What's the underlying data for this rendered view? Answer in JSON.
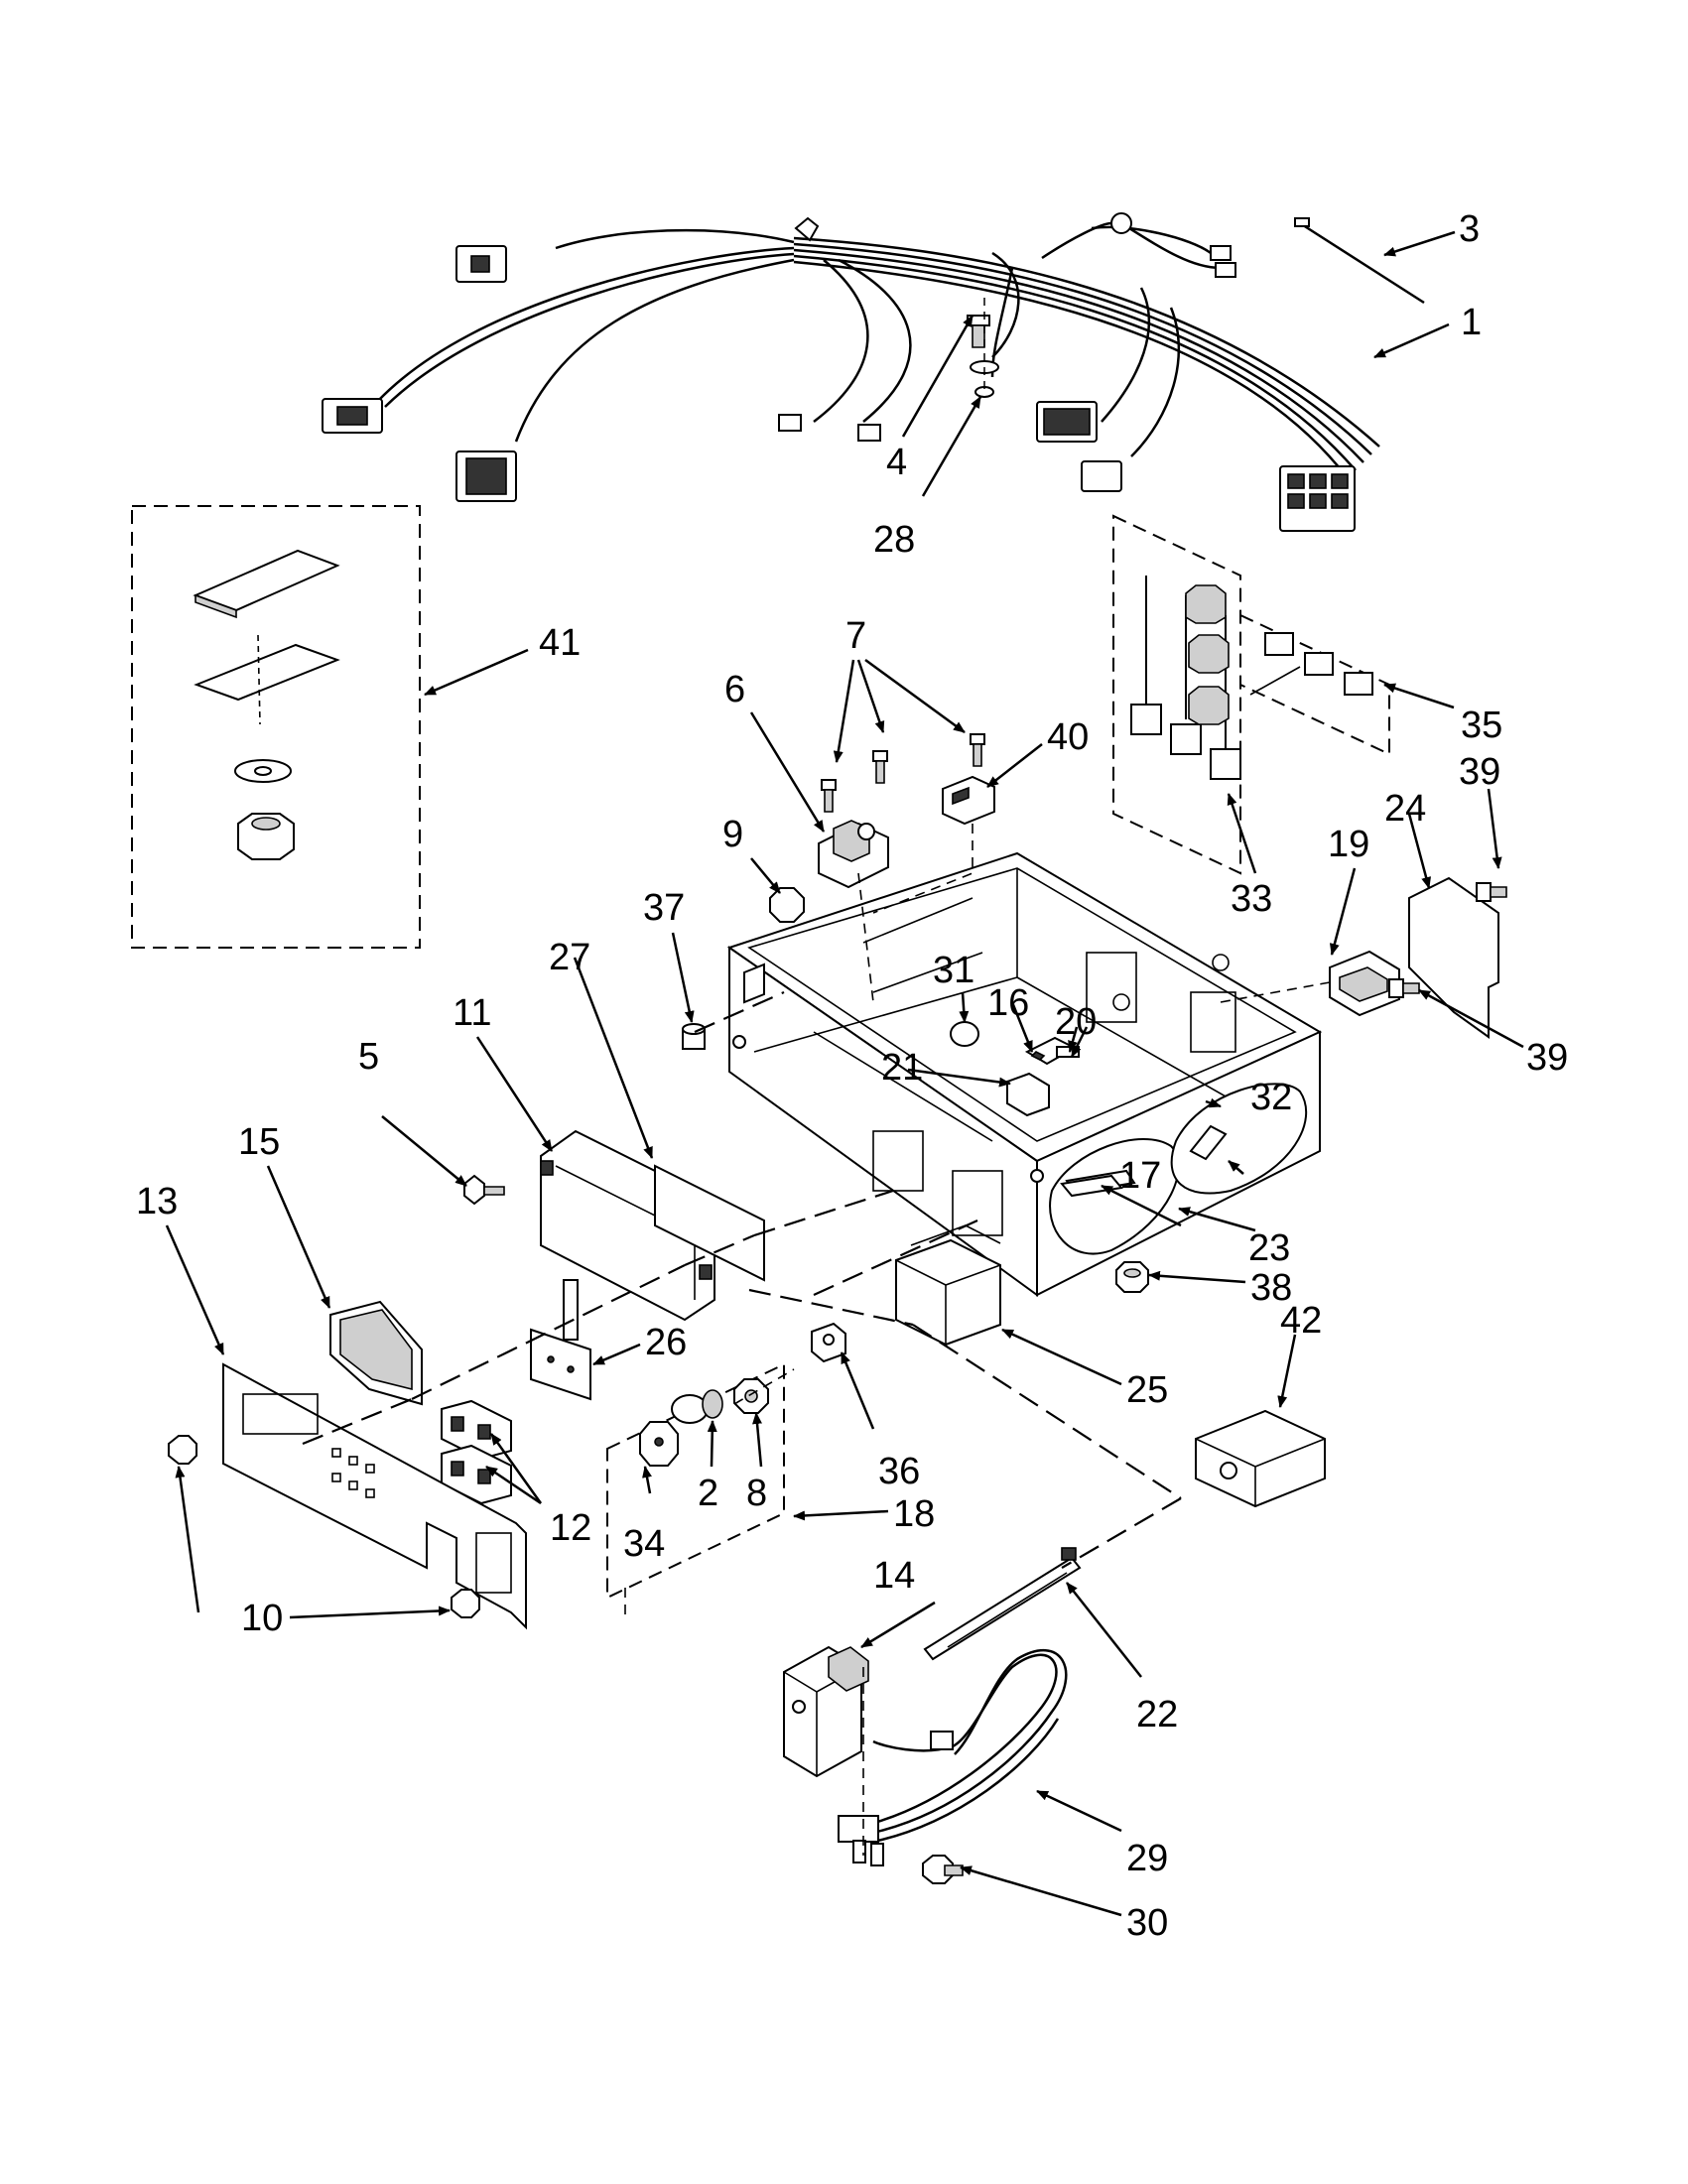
{
  "callouts": {
    "c1": "1",
    "c2": "2",
    "c3": "3",
    "c4": "4",
    "c5": "5",
    "c6": "6",
    "c7": "7",
    "c8": "8",
    "c9": "9",
    "c10": "10",
    "c11": "11",
    "c12": "12",
    "c13": "13",
    "c14": "14",
    "c15": "15",
    "c16": "16",
    "c17": "17",
    "c18": "18",
    "c19": "19",
    "c20": "20",
    "c21": "21",
    "c22": "22",
    "c23": "23",
    "c24": "24",
    "c25": "25",
    "c26": "26",
    "c27": "27",
    "c28": "28",
    "c29": "29",
    "c30": "30",
    "c31": "31",
    "c32": "32",
    "c33": "33",
    "c34": "34",
    "c35": "35",
    "c36": "36",
    "c37": "37",
    "c38": "38",
    "c39a": "39",
    "c39b": "39",
    "c40": "40",
    "c41": "41",
    "c42": "42"
  }
}
